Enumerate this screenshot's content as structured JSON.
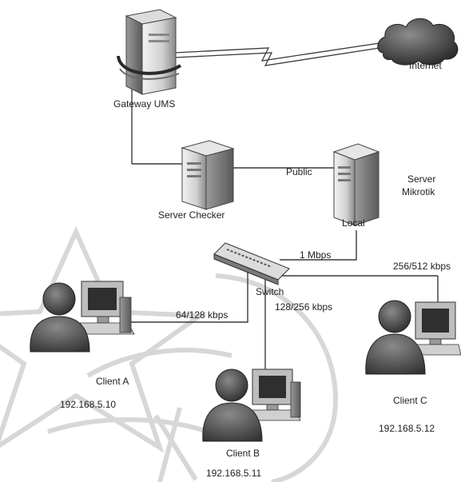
{
  "nodes": {
    "gateway": {
      "label": "Gateway UMS",
      "icon": "server-tower-icon"
    },
    "internet": {
      "label": "Internet",
      "icon": "cloud-icon"
    },
    "server_checker": {
      "label": "Server Checker",
      "icon": "server-tower-icon"
    },
    "server_mikrotik": {
      "label_line1": "Server",
      "label_line2": "Mikrotik",
      "icon": "server-tower-icon"
    },
    "switch": {
      "label": "Switch",
      "icon": "network-switch-icon"
    },
    "client_a": {
      "label": "Client A",
      "ip": "192.168.5.10",
      "icon": "user-workstation-icon"
    },
    "client_b": {
      "label": "Client B",
      "ip": "192.168.5.11",
      "icon": "user-workstation-icon"
    },
    "client_c": {
      "label": "Client C",
      "ip": "192.168.5.12",
      "icon": "user-workstation-icon"
    }
  },
  "links": {
    "public": "Public",
    "local": "Local",
    "uplink": "1 Mbps",
    "client_a_bw": "64/128 kbps",
    "client_b_bw": "128/256 kbps",
    "client_c_bw": "256/512 kbps"
  },
  "colors": {
    "line": "#3a3a3a",
    "device_light": "#e8e8e8",
    "device_mid": "#bdbdbd",
    "device_dark": "#5a5a5a",
    "person": "#4d4d4d",
    "cloud": "#3f3f3f",
    "watermark": "#9a9a9a"
  }
}
